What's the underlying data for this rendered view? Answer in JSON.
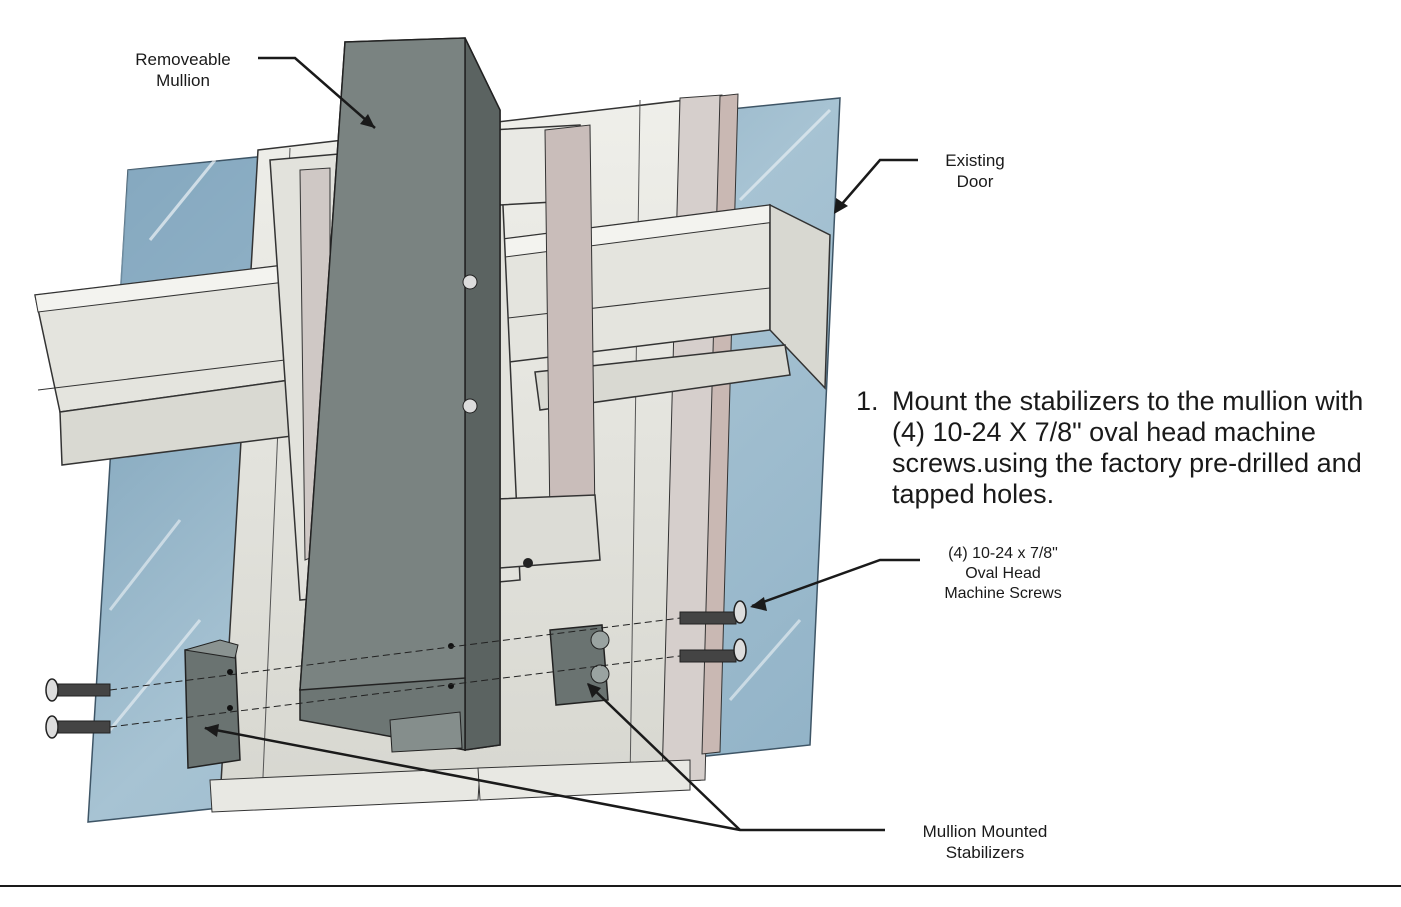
{
  "callouts": {
    "removeable_mullion": [
      "Removeable",
      "Mullion"
    ],
    "existing_door": [
      "Existing",
      "Door"
    ],
    "screws": [
      "(4) 10-24 x 7/8\"",
      "Oval  Head",
      "Machine Screws"
    ],
    "stabilizers": [
      "Mullion Mounted",
      "Stabilizers"
    ]
  },
  "instruction": {
    "number": "1.",
    "text": "Mount the stabilizers to the mullion with (4) 10-24 X 7/8\" oval head machine screws.using the factory pre-drilled and tapped holes."
  },
  "colors": {
    "glass": "#9fbccd",
    "glass_dark": "#7a9fb6",
    "frame_light": "#e8e8e3",
    "frame_mid": "#cfcfc8",
    "frame_shadow": "#b8aeab",
    "mullion": "#717a78",
    "mullion_dark": "#5b6361",
    "screw": "#4a4a4a",
    "line": "#1a1a1a"
  }
}
